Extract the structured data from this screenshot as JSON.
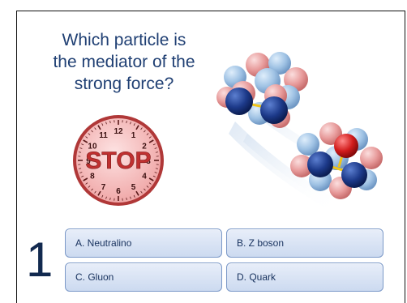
{
  "question": {
    "lines": [
      "Which particle is",
      "the mediator of the",
      "strong force?"
    ],
    "number": "1"
  },
  "timer": {
    "label": "STOP",
    "dial_numbers": [
      "12",
      "1",
      "2",
      "3",
      "4",
      "5",
      "6",
      "7",
      "8",
      "9",
      "10",
      "11"
    ]
  },
  "answers": [
    {
      "label": "A.  Neutralino"
    },
    {
      "label": "B.  Z boson"
    },
    {
      "label": "C.  Gluon"
    },
    {
      "label": "D.  Quark"
    }
  ],
  "colors": {
    "question_text": "#1f3f73",
    "answer_border": "#7c99c8",
    "clock_face": "#f3b9b9",
    "stop_text": "#c03030"
  }
}
